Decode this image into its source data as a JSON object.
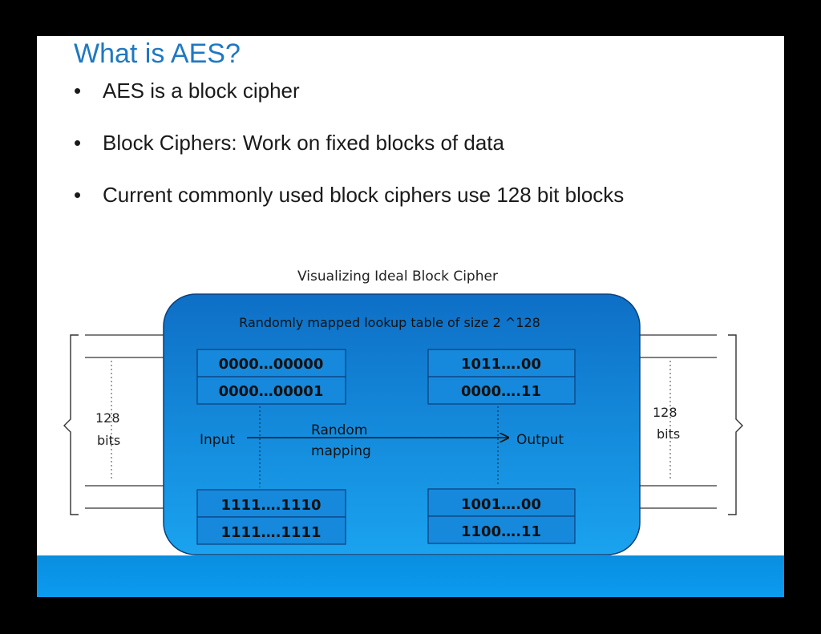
{
  "slide": {
    "title": "What is AES?",
    "bullets": [
      "AES is a block cipher",
      "Block Ciphers: Work on fixed blocks of data",
      "Current commonly used block ciphers use 128 bit blocks"
    ],
    "bullet_symbol": "•"
  },
  "diagram": {
    "caption": "Visualizing Ideal Block Cipher",
    "box_title": "Randomly mapped lookup table of size 2 ^128",
    "input_label": "Input",
    "output_label": "Output",
    "mapping_label_line1": "Random",
    "mapping_label_line2": "mapping",
    "left_bits_line1": "128",
    "left_bits_line2": "bits",
    "right_bits_line1": "128",
    "right_bits_line2": "bits",
    "input_cells_top": [
      "0000…00000",
      "0000…00001"
    ],
    "input_cells_bottom": [
      "1111….1110",
      "1111….1111"
    ],
    "output_cells_top": [
      "1011….00",
      "0000….11"
    ],
    "output_cells_bottom": [
      "1001….00",
      "1100….11"
    ]
  },
  "colors": {
    "title": "#1f78c1",
    "box_top": "#0e6fc6",
    "box_bottom": "#1aa3ef",
    "cell_fill": "#1689dc",
    "footer": "#0b9bf0"
  }
}
